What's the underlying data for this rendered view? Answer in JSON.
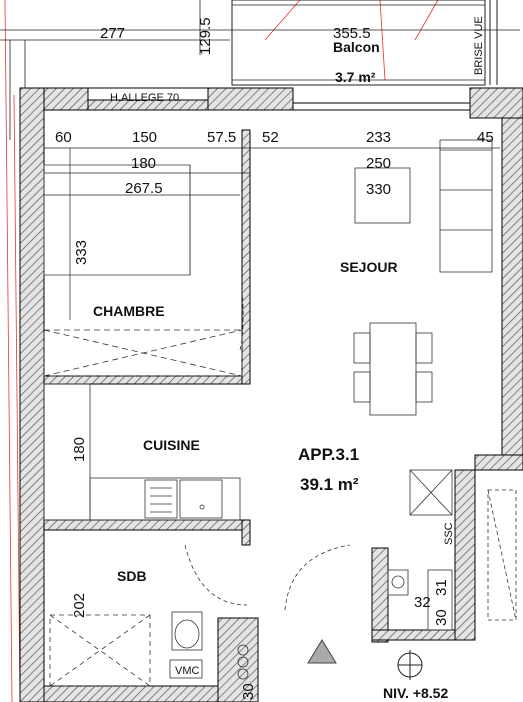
{
  "rooms": {
    "balcon": "Balcon",
    "balcon_area": "3.7 m²",
    "chambre": "CHAMBRE",
    "sejour": "SEJOUR",
    "cuisine": "CUISINE",
    "sdb": "SDB"
  },
  "apartment": {
    "name": "APP.3.1",
    "area": "39.1 m²"
  },
  "level": "NIV. +8.52",
  "labels": {
    "allege": "H.ALLEGE 70",
    "brise_vue": "BRISE VUE",
    "vmc": "VMC",
    "ssc": "SSC"
  },
  "dimensions": {
    "d277": "277",
    "d129_5": "129.5",
    "d355_5": "355.5",
    "d60": "60",
    "d150": "150",
    "d57_5": "57.5",
    "d52": "52",
    "d233": "233",
    "d45": "45",
    "d180_top": "180",
    "d267_5": "267.5",
    "d250": "250",
    "d330": "330",
    "d333": "333",
    "d180_kitchen": "180",
    "d202": "202",
    "d31": "31",
    "d32": "32",
    "d30_a": "30",
    "d30_b": "30"
  }
}
